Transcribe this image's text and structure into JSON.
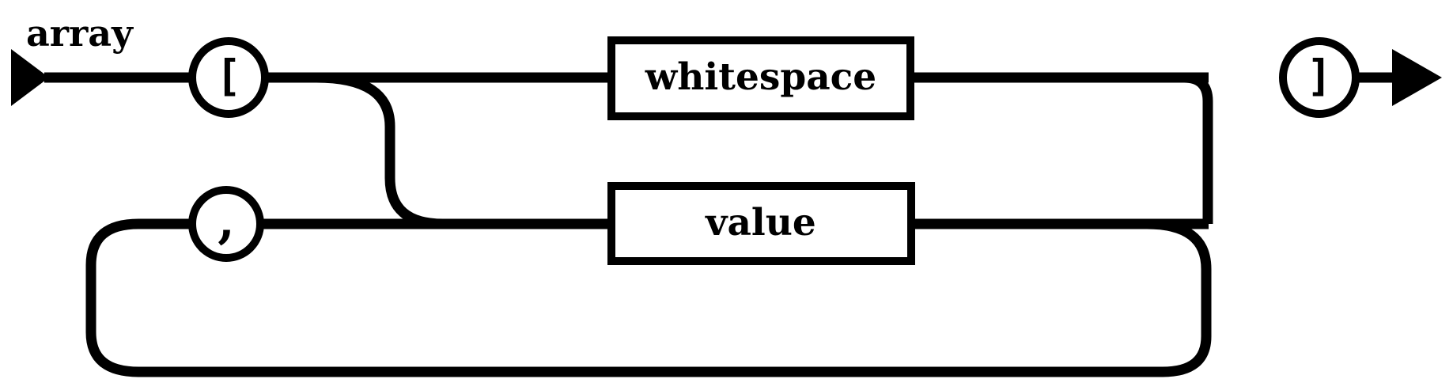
{
  "diagram": {
    "kind": "railroad-syntax-diagram",
    "title": "array",
    "background_color": "#ffffff",
    "line_color": "#000000",
    "nodes": {
      "start_arrow": "start-arrow",
      "open_bracket": "[",
      "comma": ",",
      "whitespace": "whitespace",
      "value": "value",
      "close_bracket": "]",
      "end_arrow": "end-arrow"
    },
    "paths": [
      "start -> [ -> whitespace -> ]",
      "[ -> value -> ]",
      "value -> loop-back -> ,  -> value"
    ]
  }
}
